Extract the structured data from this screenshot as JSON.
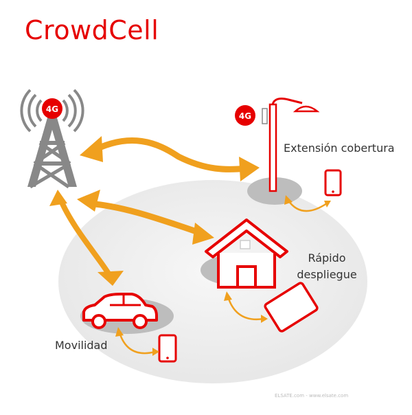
{
  "title": "CrowdCell",
  "badges": {
    "tower": "4G",
    "lamp": "4G"
  },
  "labels": {
    "extension": "Extensión cobertura",
    "rapid_line1": "Rápido",
    "rapid_line2": "despliegue",
    "mobility": "Movilidad"
  },
  "watermark": "ELSATE.com - www.elsate.com",
  "colors": {
    "brand": "#e60000",
    "arrow": "#f0a01e",
    "tower": "#888888",
    "shadow": "#bdbdbd",
    "circle": "#efefef"
  }
}
